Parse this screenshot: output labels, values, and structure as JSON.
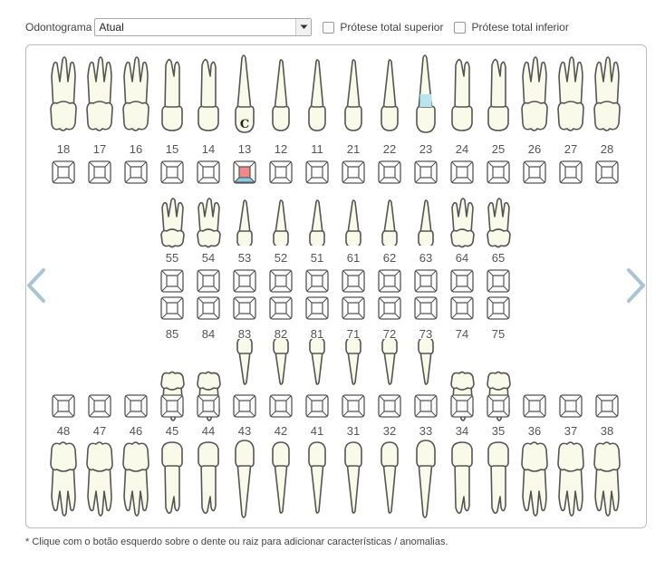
{
  "toolbar": {
    "label": "Odontograma",
    "select_value": "Atual",
    "prosthesis_upper": "Prótese total superior",
    "prosthesis_lower": "Prótese total inferior"
  },
  "upper_permanent": [
    "18",
    "17",
    "16",
    "15",
    "14",
    "13",
    "12",
    "11",
    "21",
    "22",
    "23",
    "24",
    "25",
    "26",
    "27",
    "28"
  ],
  "upper_deciduous": [
    "55",
    "54",
    "53",
    "52",
    "51",
    "61",
    "62",
    "63",
    "64",
    "65"
  ],
  "lower_deciduous": [
    "85",
    "84",
    "83",
    "82",
    "81",
    "71",
    "72",
    "73",
    "74",
    "75"
  ],
  "lower_permanent": [
    "48",
    "47",
    "46",
    "45",
    "44",
    "43",
    "42",
    "41",
    "31",
    "32",
    "33",
    "34",
    "35",
    "36",
    "37",
    "38"
  ],
  "annotations": {
    "caries_tooth": "13",
    "caries_mark": "C",
    "restoration_tooth": "23"
  },
  "footnote": "* Clique com o botão esquerdo sobre o dente ou raiz para adicionar características / anomalias.",
  "colors": {
    "tooth_fill": "#fafaea",
    "outline": "#555555",
    "caries": "#f08a8a",
    "restoration": "#b7e6ee",
    "nav_arrow": "#a9c4d3"
  }
}
